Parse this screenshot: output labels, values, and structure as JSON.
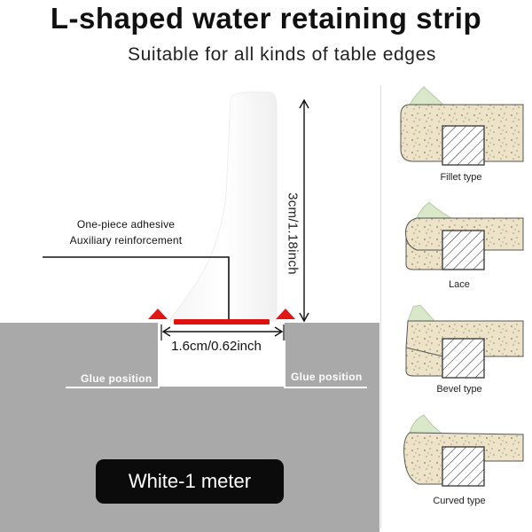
{
  "header": {
    "title": "L-shaped water retaining strip",
    "subtitle": "Suitable for all kinds of table edges"
  },
  "diagram": {
    "callout_line1": "One-piece adhesive",
    "callout_line2": "Auxiliary reinforcement",
    "height_dimension": "3cm/1.18inch",
    "width_dimension": "1.6cm/0.62inch",
    "glue_left": "Glue position",
    "glue_right": "Glue position",
    "badge": "White-1 meter"
  },
  "edge_types": [
    {
      "label": "Fillet type"
    },
    {
      "label": "Lace"
    },
    {
      "label": "Bevel type"
    },
    {
      "label": "Curved type"
    }
  ],
  "colors": {
    "accent_red": "#e31515",
    "counter_gray": "#a9a9a9",
    "badge_black": "#0b0b0b",
    "stone": "#ece3c8",
    "strip_green": "#d8e8c8"
  }
}
